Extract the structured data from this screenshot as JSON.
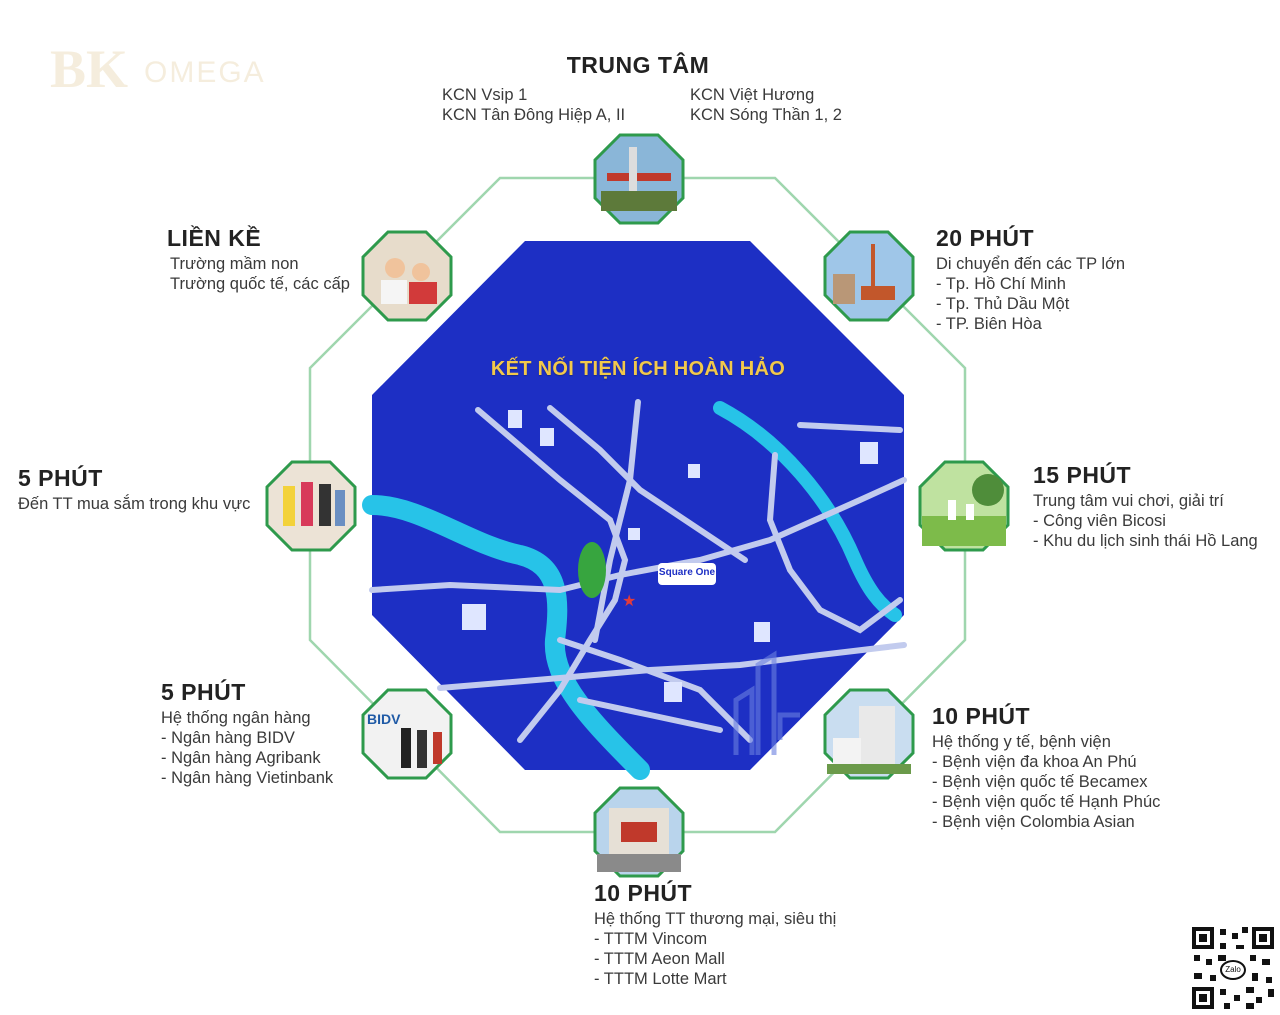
{
  "map": {
    "title": "KẾT NỐI TIỆN ÍCH HOÀN HẢO",
    "project_label": "Square One",
    "colors": {
      "map_bg": "#1d2fc4",
      "river": "#27c3e8",
      "road": "#b9c3e8",
      "ring": "#7fc99a",
      "thumb_border": "#2e9a4c"
    }
  },
  "logo": {
    "text": "BK",
    "subtext": "OMEGA"
  },
  "sections": {
    "trung_tam": {
      "title": "TRUNG TÂM",
      "col1": [
        "KCN Vsip 1",
        "KCN Tân Đông Hiệp A, II"
      ],
      "col2": [
        "KCN Việt Hương",
        "KCN Sóng Thần 1, 2"
      ],
      "icon": "industrial-gate-photo"
    },
    "lien_ke": {
      "title": "LIỀN KỀ",
      "lines": [
        "Trường mầm non",
        "Trường quốc tế, các cấp"
      ],
      "icon": "school-children-photo"
    },
    "phut_20": {
      "title": "20 PHÚT",
      "lines": [
        "Di chuyển đến các TP lớn",
        "- Tp. Hồ Chí Minh",
        "- Tp. Thủ Dầu Một",
        "- TP. Biên Hòa"
      ],
      "icon": "city-landmark-photo"
    },
    "phut_5_shop": {
      "title": "5 PHÚT",
      "lines": [
        "Đến TT mua sắm trong khu vực"
      ],
      "icon": "shopping-people-photo"
    },
    "phut_15": {
      "title": "15 PHÚT",
      "lines": [
        "Trung tâm vui chơi, giải trí",
        "- Công viên Bicosi",
        "- Khu du lịch sinh thái Hồ Lang"
      ],
      "icon": "park-family-photo"
    },
    "phut_5_bank": {
      "title": "5 PHÚT",
      "lines": [
        "Hệ thống ngân hàng",
        "- Ngân hàng BIDV",
        "- Ngân hàng Agribank",
        "- Ngân hàng Vietinbank"
      ],
      "icon": "bank-staff-photo"
    },
    "phut_10_hospital": {
      "title": "10 PHÚT",
      "lines": [
        "Hệ thống y tế, bệnh viện",
        "- Bệnh viện đa khoa An Phú",
        "- Bệnh viện quốc tế Becamex",
        "- Bệnh viện quốc tế Hạnh Phúc",
        "- Bệnh viện Colombia Asian"
      ],
      "icon": "hospital-building-photo"
    },
    "phut_10_mall": {
      "title": "10 PHÚT",
      "lines": [
        "Hệ thống TT thương mại, siêu thị",
        "- TTTM Vincom",
        "- TTTM Aeon Mall",
        "- TTTM Lotte Mart"
      ],
      "icon": "mall-building-photo"
    }
  },
  "qr": {
    "label": "Zalo",
    "icon": "qr-code"
  }
}
